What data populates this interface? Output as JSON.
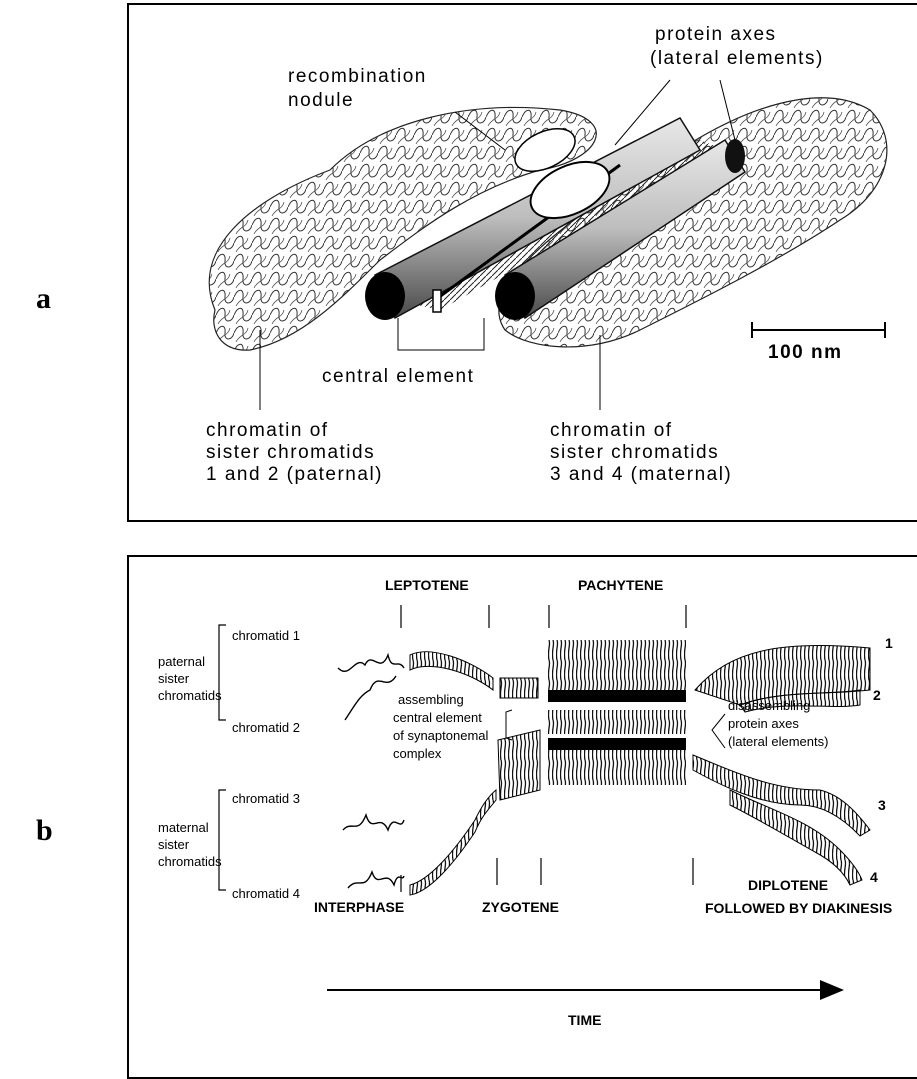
{
  "panel_a": {
    "letter": "a",
    "labels": {
      "recombination_line1": "recombination",
      "recombination_line2": "nodule",
      "protein_axes_line1": "protein axes",
      "protein_axes_line2": "(lateral elements)",
      "central_element": "central element",
      "scale_bar": "100 nm",
      "paternal_line1": "chromatin of",
      "paternal_line2": "sister chromatids",
      "paternal_line3": "1 and 2 (paternal)",
      "maternal_line1": "chromatin of",
      "maternal_line2": "sister chromatids",
      "maternal_line3": "3 and 4 (maternal)"
    }
  },
  "panel_b": {
    "letter": "b",
    "stages": {
      "leptotene": "LEPTOTENE",
      "pachytene": "PACHYTENE",
      "interphase": "INTERPHASE",
      "zygotene": "ZYGOTENE",
      "diplotene_line1": "DIPLOTENE",
      "diplotene_line2": "FOLLOWED BY DIAKINESIS",
      "time": "TIME"
    },
    "groups": {
      "paternal_line1": "paternal",
      "paternal_line2": "sister",
      "paternal_line3": "chromatids",
      "maternal_line1": "maternal",
      "maternal_line2": "sister",
      "maternal_line3": "chromatids"
    },
    "chromatids": [
      "chromatid 1",
      "chromatid 2",
      "chromatid 3",
      "chromatid 4"
    ],
    "annotations": {
      "assembling_line1": "assembling",
      "assembling_line2": "central element",
      "assembling_line3": "of synaptonemal",
      "assembling_line4": "complex",
      "disassembling_line1": "disassembling",
      "disassembling_line2": "protein axes",
      "disassembling_line3": "(lateral elements)"
    },
    "numbers": [
      "1",
      "2",
      "3",
      "4"
    ]
  }
}
